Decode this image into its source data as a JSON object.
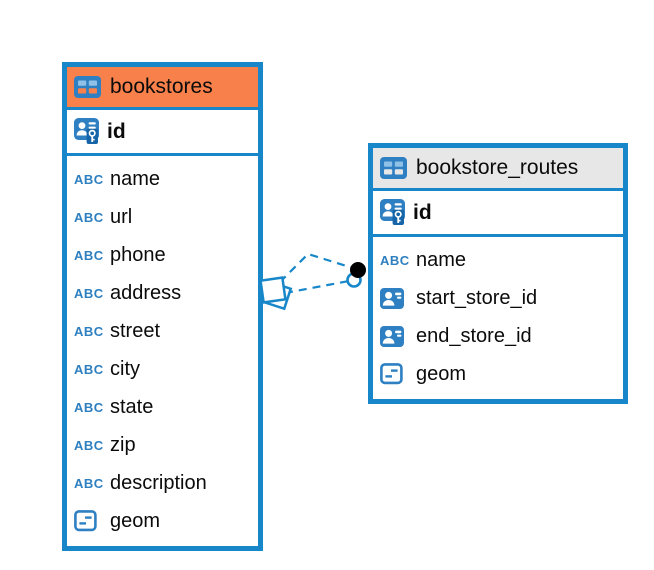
{
  "colors": {
    "table_border_blue": "#1787C9",
    "bookstores_header_orange": "#F8814B",
    "routes_header_gray": "#E7E7E7",
    "icon_blue": "#2F80C2",
    "icon_light_blue": "#8FC0E6",
    "relationship_line_blue": "#1787C9",
    "relationship_dot_black": "#000000"
  },
  "icons": {
    "text_type_glyph": "ABC"
  },
  "tables": [
    {
      "name": "bookstores",
      "primary_key": {
        "name": "id"
      },
      "fields": [
        {
          "name": "name",
          "type": "text"
        },
        {
          "name": "url",
          "type": "text"
        },
        {
          "name": "phone",
          "type": "text"
        },
        {
          "name": "address",
          "type": "text"
        },
        {
          "name": "street",
          "type": "text"
        },
        {
          "name": "city",
          "type": "text"
        },
        {
          "name": "state",
          "type": "text"
        },
        {
          "name": "zip",
          "type": "text"
        },
        {
          "name": "description",
          "type": "text"
        },
        {
          "name": "geom",
          "type": "geometry"
        }
      ]
    },
    {
      "name": "bookstore_routes",
      "primary_key": {
        "name": "id"
      },
      "fields": [
        {
          "name": "name",
          "type": "text"
        },
        {
          "name": "start_store_id",
          "type": "reference"
        },
        {
          "name": "end_store_id",
          "type": "reference"
        },
        {
          "name": "geom",
          "type": "geometry"
        }
      ]
    }
  ],
  "relationship": {
    "from_table": "bookstores",
    "to_table": "bookstore_routes",
    "line_style": "dashed"
  }
}
